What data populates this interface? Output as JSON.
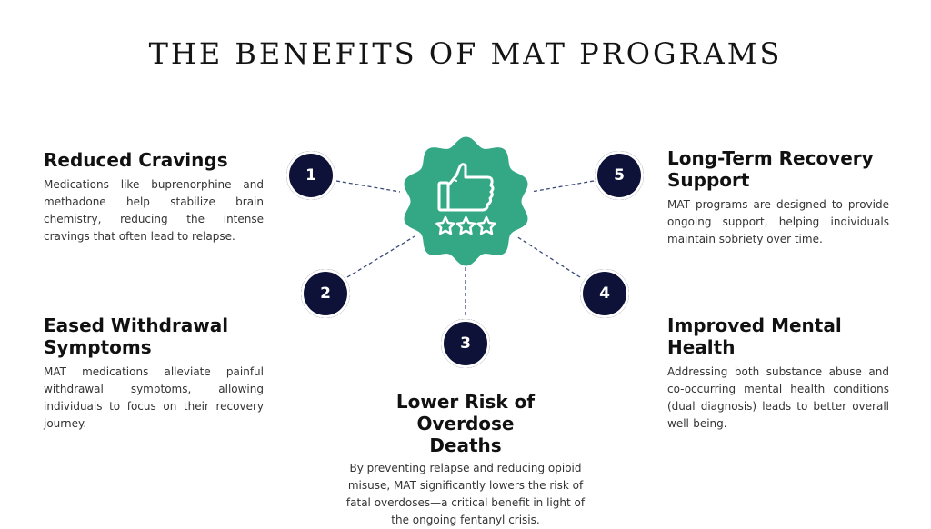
{
  "title": "THE BENEFITS OF MAT PROGRAMS",
  "hub": {
    "icon": "thumbs-up-three-stars-icon",
    "color": "#34a885"
  },
  "accent_dark": "#0e1238",
  "benefits": [
    {
      "number": "1",
      "heading": "Reduced Cravings",
      "text": "Medications like buprenorphine and methadone help stabilize brain chemistry, reducing the intense cravings that often lead to relapse."
    },
    {
      "number": "2",
      "heading": "Eased Withdrawal Symptoms",
      "text": "MAT medications alleviate painful withdrawal symptoms, allowing individuals to focus on their recovery journey."
    },
    {
      "number": "3",
      "heading": "Lower Risk of Overdose Deaths",
      "text": "By preventing relapse and reducing opioid misuse, MAT significantly lowers the risk of fatal overdoses—a critical benefit in light of the ongoing fentanyl crisis."
    },
    {
      "number": "4",
      "heading": "Improved Mental Health",
      "text": "Addressing both substance abuse and co-occurring mental health conditions (dual diagnosis) leads to better overall well-being."
    },
    {
      "number": "5",
      "heading": "Long-Term Recovery Support",
      "text": "MAT programs are designed to provide ongoing support, helping individuals maintain sobriety over time."
    }
  ]
}
